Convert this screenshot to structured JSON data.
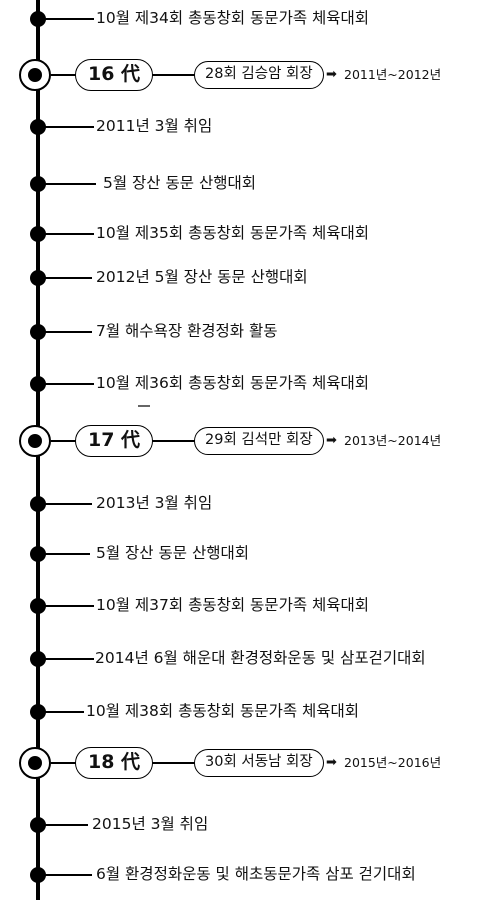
{
  "generations": [
    {
      "gen_label": "16 代",
      "president": "28회 김승암 회장",
      "arrow": "➡",
      "years": "2011년~2012년",
      "events": [
        "2011년 3월 취임",
        "5월 장산 동문 산행대회",
        "10월 제35회 총동창회 동문가족 체육대회",
        "2012년 5월 장산 동문 산행대회",
        "7월 해수욕장 환경정화 활동",
        "10월 제36회 총동창회 동문가족 체육대회"
      ]
    },
    {
      "gen_label": "17 代",
      "president": "29회 김석만 회장",
      "arrow": "➡",
      "years": "2013년~2014년",
      "events": [
        "2013년 3월 취임",
        "5월 장산 동문 산행대회",
        "10월 제37회 총동창회 동문가족 체육대회",
        "2014년 6월 해운대 환경정화운동 및 삼포걷기대회",
        "10월 제38회 총동창회 동문가족 체육대회"
      ]
    },
    {
      "gen_label": "18 代",
      "president": "30회 서동남 회장",
      "arrow": "➡",
      "years": "2015년~2016년",
      "events": [
        "2015년 3월 취임",
        "6월 환경정화운동 및 해초동문가족 삼포 걷기대회"
      ]
    }
  ],
  "top_event": "10월 제34회 총동창회 동문가족 체육대회"
}
